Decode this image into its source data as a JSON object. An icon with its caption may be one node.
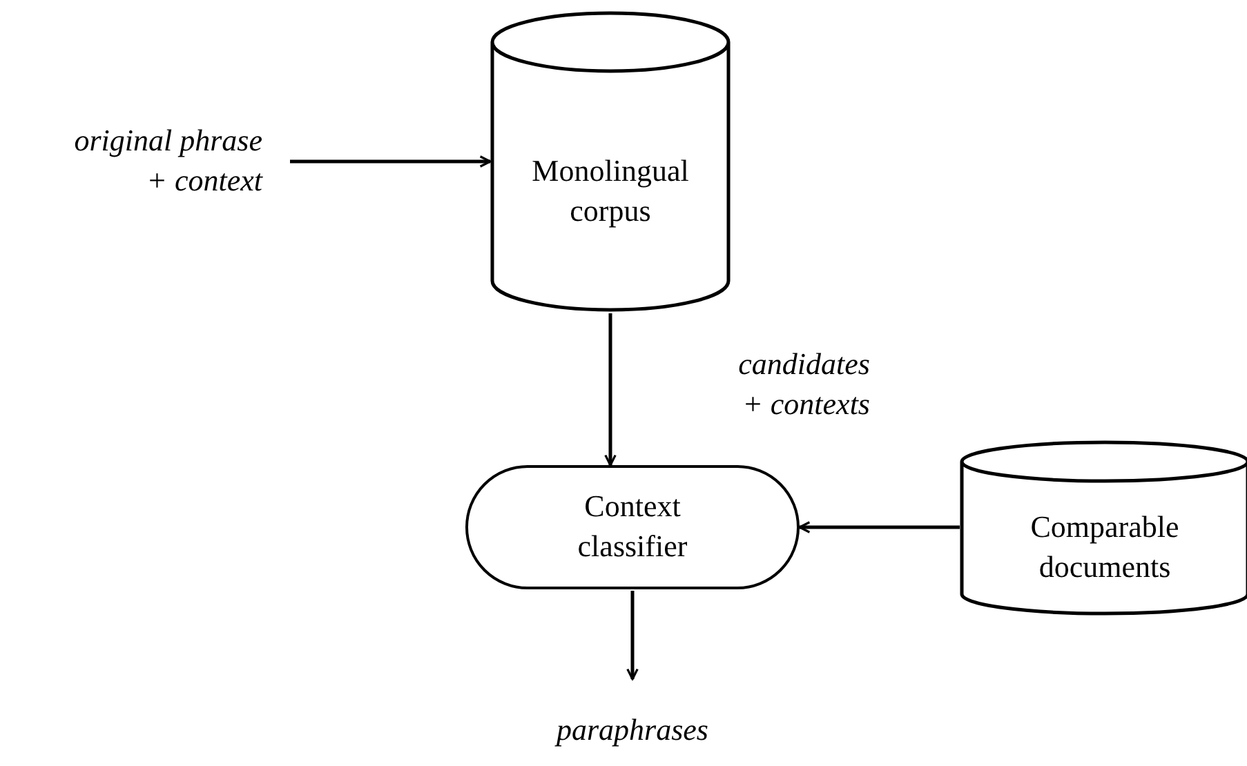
{
  "diagram": {
    "nodes": [
      {
        "text": [
          "original phrase + context"
        ]
      },
      {
        "text": [
          "Monolingual corpus"
        ]
      },
      {
        "text": [
          "Context classifier"
        ]
      },
      {
        "text": [
          "Comparable documents"
        ]
      },
      {
        "text": [
          "paraphrases"
        ]
      }
    ],
    "edges": [
      {
        "from": 0,
        "to": 1,
        "arrow": "to"
      },
      {
        "from": 1,
        "to": 2,
        "arrow": "to",
        "label": "candidates + contexts"
      },
      {
        "from": 3,
        "to": 2,
        "arrow": "to"
      },
      {
        "from": 2,
        "to": 4,
        "arrow": "to"
      }
    ]
  }
}
